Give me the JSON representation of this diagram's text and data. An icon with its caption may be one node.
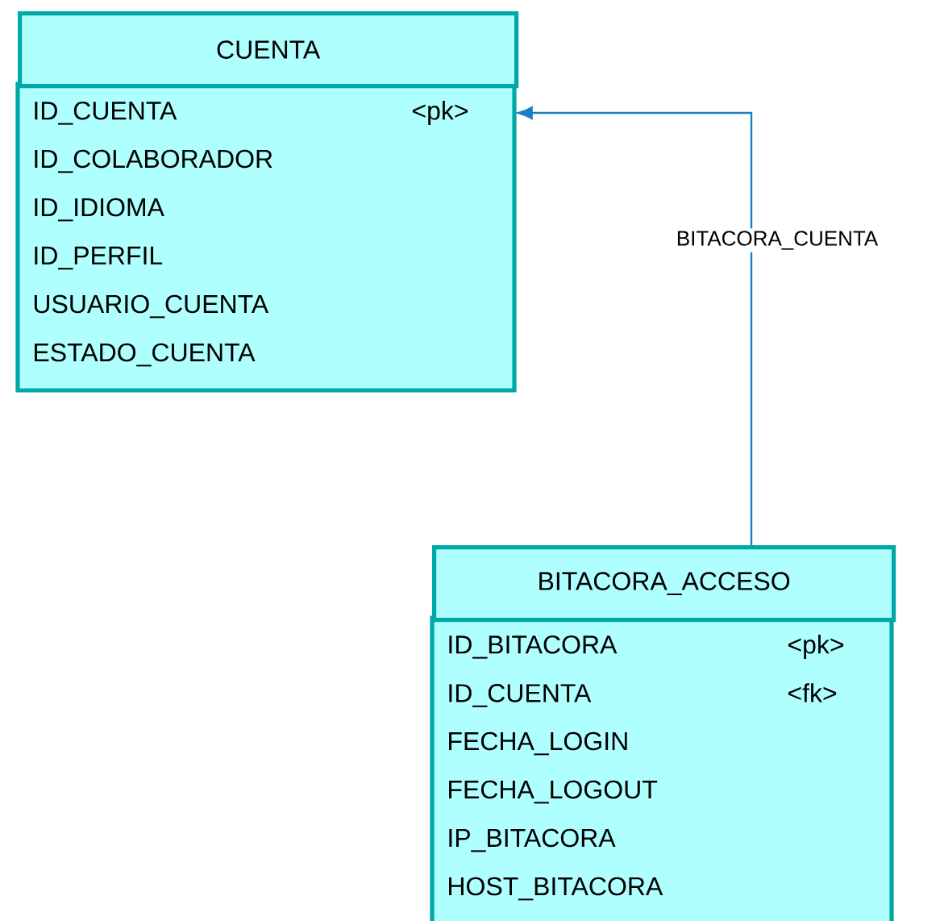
{
  "diagram": {
    "nodes": [
      {
        "text": [
          "CUENTA"
        ]
      },
      {
        "text": [
          "ID_CUENTA",
          "<pk>"
        ],
        "in": 0
      },
      {
        "text": [
          "ID_COLABORADOR"
        ],
        "in": 0
      },
      {
        "text": [
          "ID_IDIOMA"
        ],
        "in": 0
      },
      {
        "text": [
          "ID_PERFIL"
        ],
        "in": 0
      },
      {
        "text": [
          "USUARIO_CUENTA"
        ],
        "in": 0
      },
      {
        "text": [
          "ESTADO_CUENTA"
        ],
        "in": 0
      },
      {
        "text": [
          "BITACORA_ACCESO"
        ]
      },
      {
        "text": [
          "ID_BITACORA",
          "<pk>"
        ],
        "in": 7
      },
      {
        "text": [
          "ID_CUENTA",
          "<fk>"
        ],
        "in": 7
      },
      {
        "text": [
          "FECHA_LOGIN"
        ],
        "in": 7
      },
      {
        "text": [
          "FECHA_LOGOUT"
        ],
        "in": 7
      },
      {
        "text": [
          "IP_BITACORA"
        ],
        "in": 7
      },
      {
        "text": [
          "HOST_BITACORA"
        ],
        "in": 7
      }
    ],
    "edges": [
      {
        "from": 7,
        "to": 1,
        "arrow": "to",
        "label": "BITACORA_CUENTA"
      }
    ]
  }
}
